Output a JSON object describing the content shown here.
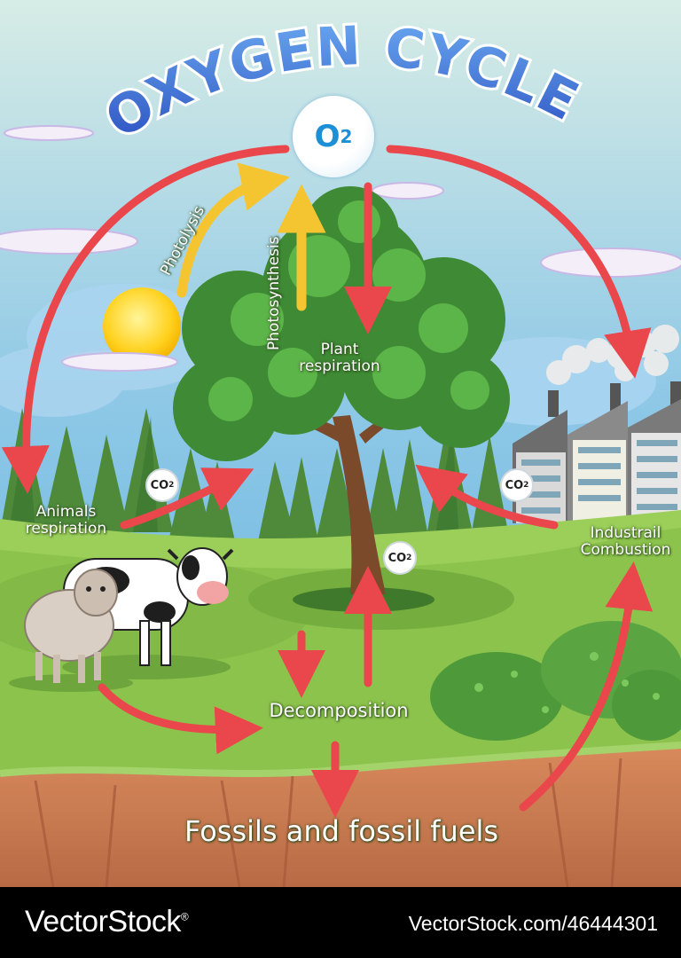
{
  "title": "OXYGEN CYCLE",
  "center_molecule": {
    "symbol": "O",
    "subscript": "2"
  },
  "co2_badge": {
    "symbol": "CO",
    "subscript": "2"
  },
  "labels": {
    "photolysis": "Photolysis",
    "photosynthesis": "Photosynthesis",
    "plant_respiration": "Plant\nrespiration",
    "animals_respiration": "Animals\nrespiration",
    "industrial_combustion": "Industrail\nCombustion",
    "decomposition": "Decomposition",
    "fossils": "Fossils and fossil fuels"
  },
  "footer": {
    "brand": "VectorStock",
    "registered_mark": "®",
    "stock_id": "VectorStock.com/46444301"
  },
  "colors": {
    "arrow_red": "#e9474b",
    "arrow_yellow": "#f5c531",
    "title_blue": "#2a63c9",
    "sky_top": "#cfe7e6",
    "sky_bottom": "#6fb3e0",
    "grass": "#86c34a",
    "soil": "#c97b54"
  }
}
